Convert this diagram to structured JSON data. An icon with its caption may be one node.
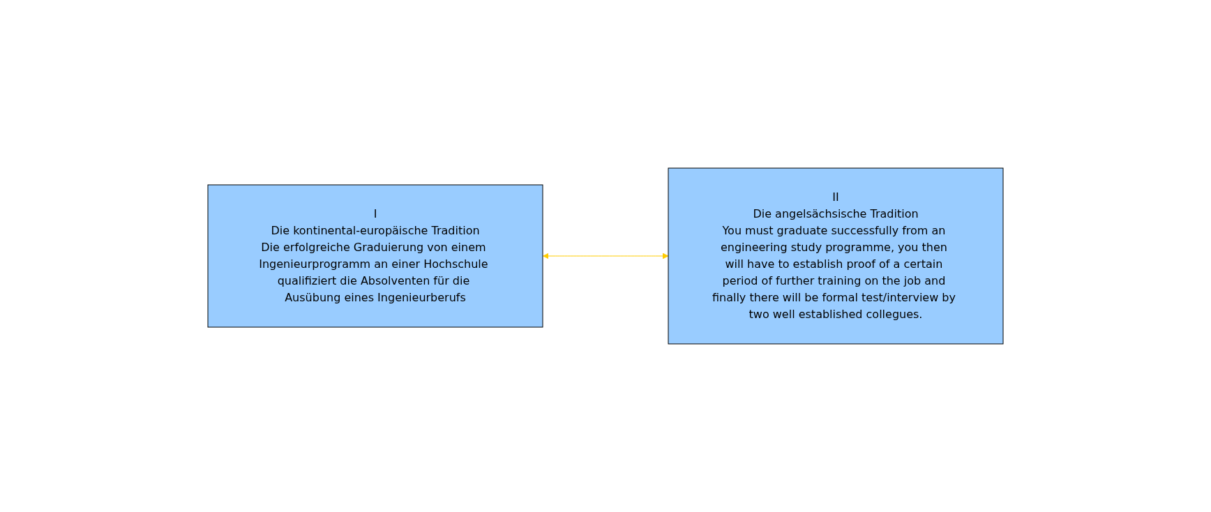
{
  "diagram": {
    "nodes": [
      {
        "text": [
          "I",
          "Die kontinental-europäische Tradition",
          "Die erfolgreiche Graduierung von einem Ingenieurprogramm an einer Hochschule qualifiziert die Absolventen für die Ausübung eines Ingenieurberufs"
        ]
      },
      {
        "text": [
          "II",
          "Die angelsächsische Tradition",
          "You must graduate successfully from an engineering study programme, you then will have to establish proof of a certain period of further training on the job and finally there will be formal test/interview by two well established collegues."
        ]
      }
    ],
    "edges": [
      {
        "from": 0,
        "to": 1,
        "arrow": "both",
        "color": "#ffcc00"
      }
    ]
  }
}
